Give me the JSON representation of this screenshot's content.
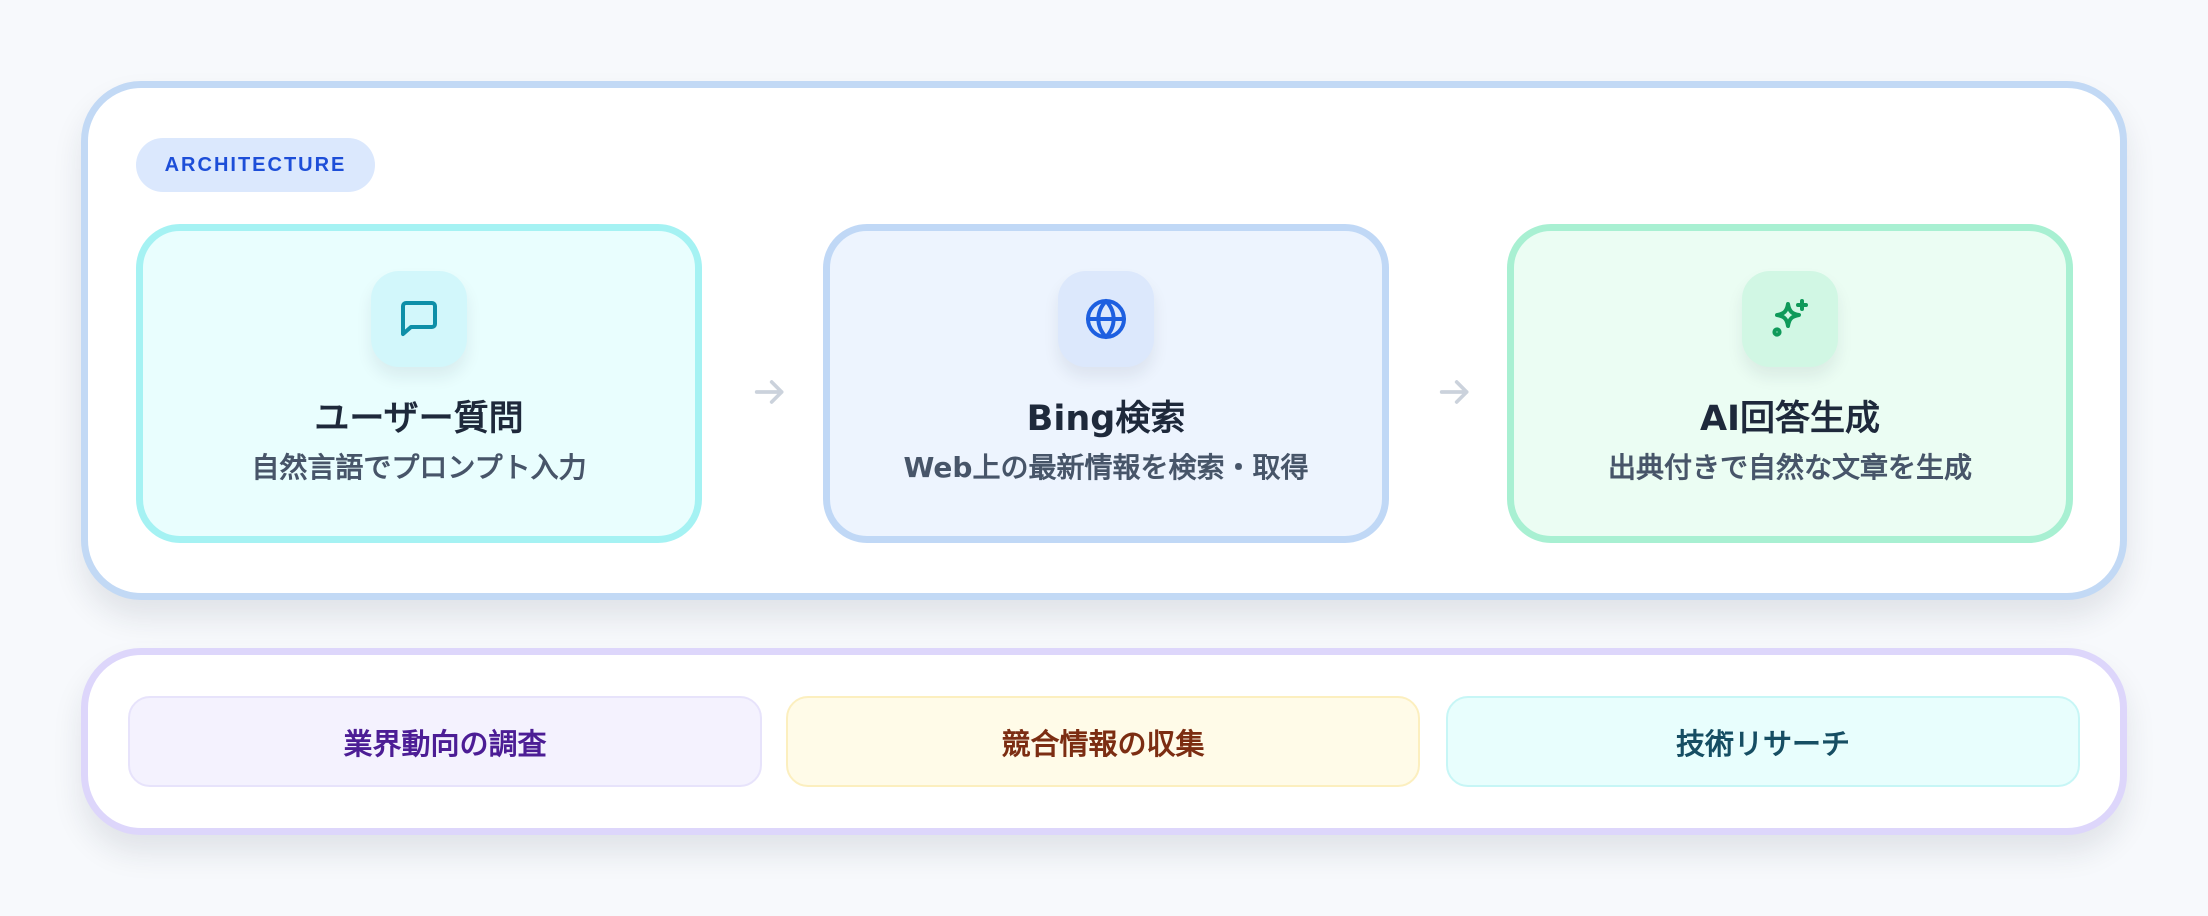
{
  "badge": {
    "label": "ARCHITECTURE"
  },
  "flow": {
    "steps": [
      {
        "icon": "chat-bubble-icon",
        "title": "ユーザー質問",
        "description": "自然言語でプロンプト入力",
        "accent": "#0e8fa8"
      },
      {
        "icon": "globe-icon",
        "title": "Bing検索",
        "description": "Web上の最新情報を検索・取得",
        "accent": "#1d5fe0"
      },
      {
        "icon": "sparkles-icon",
        "title": "AI回答生成",
        "description": "出典付きで自然な文章を生成",
        "accent": "#0f9a5a"
      }
    ],
    "connector_icon": "arrow-right-icon"
  },
  "use_cases": {
    "items": [
      {
        "label": "業界動向の調査",
        "color": "#4c1d95"
      },
      {
        "label": "競合情報の収集",
        "color": "#7c2d12"
      },
      {
        "label": "技術リサーチ",
        "color": "#164e63"
      }
    ]
  }
}
